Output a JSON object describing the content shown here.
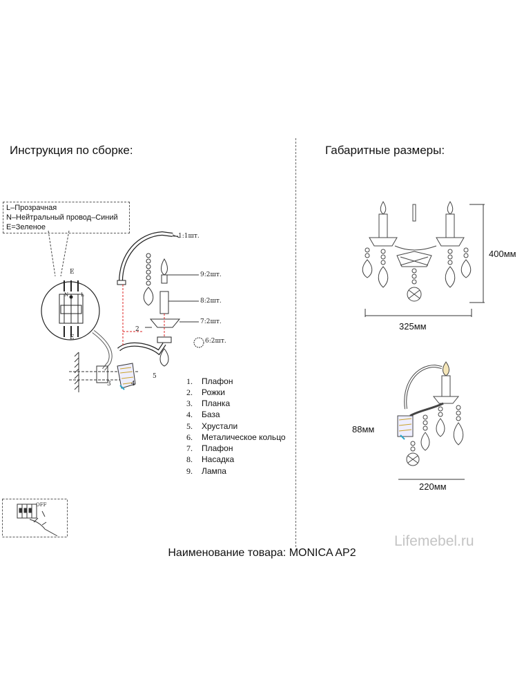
{
  "headings": {
    "assembly": "Инструкция по сборке:",
    "dimensions": "Габаритные размеры:"
  },
  "wiring_legend": [
    "L–Прозрачная",
    "N–Нейтральный провод–Синий",
    "E=Зеленое"
  ],
  "terminal_labels": {
    "top": "E",
    "bottom": "E",
    "n": "N",
    "l": "L"
  },
  "callouts": [
    "1:1шт.",
    "9:2шт.",
    "8:2шт.",
    "7:2шт.",
    "6:2шт."
  ],
  "diagram_numbers": {
    "n2": "2",
    "n3": "3",
    "n4": "4",
    "n5": "5"
  },
  "parts": [
    {
      "num": "1.",
      "name": "Плафон"
    },
    {
      "num": "2.",
      "name": "Рожки"
    },
    {
      "num": "3.",
      "name": "Планка"
    },
    {
      "num": "4.",
      "name": "База"
    },
    {
      "num": "5.",
      "name": "Хрустали"
    },
    {
      "num": "6.",
      "name": "Металическое кольцо"
    },
    {
      "num": "7.",
      "name": "Плафон"
    },
    {
      "num": "8.",
      "name": "Насадка"
    },
    {
      "num": "9.",
      "name": "Лампа"
    }
  ],
  "switch_label": "OFF",
  "dimensions": {
    "height": "400мм",
    "width": "325мм",
    "depth_height": "88мм",
    "depth": "220мм"
  },
  "product_name": "Наименование товара: MONICA AP2",
  "watermark": "Lifemebel.ru"
}
